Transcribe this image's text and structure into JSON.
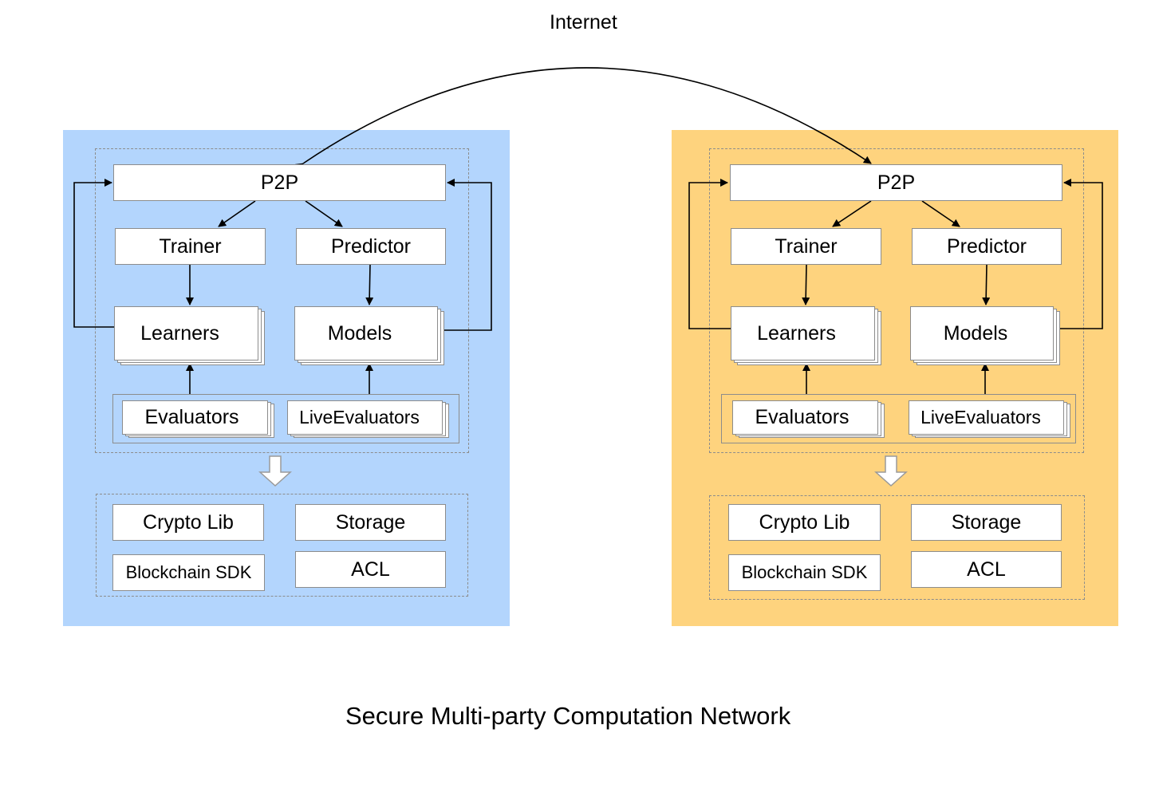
{
  "title": "Secure Multi-party Computation Network",
  "link_label": "Internet",
  "colors": {
    "left_panel": "#b3d5fd",
    "right_panel": "#fed37e",
    "box_border": "#8c8c8c",
    "arrow": "#000000"
  },
  "nodes": [
    {
      "p2p": "P2P",
      "trainer": "Trainer",
      "predictor": "Predictor",
      "learners": "Learners",
      "models": "Models",
      "evaluators": "Evaluators",
      "live_evaluators": "LiveEvaluators",
      "crypto_lib": "Crypto Lib",
      "storage": "Storage",
      "blockchain_sdk": "Blockchain SDK",
      "acl": "ACL"
    },
    {
      "p2p": "P2P",
      "trainer": "Trainer",
      "predictor": "Predictor",
      "learners": "Learners",
      "models": "Models",
      "evaluators": "Evaluators",
      "live_evaluators": "LiveEvaluators",
      "crypto_lib": "Crypto Lib",
      "storage": "Storage",
      "blockchain_sdk": "Blockchain SDK",
      "acl": "ACL"
    }
  ]
}
